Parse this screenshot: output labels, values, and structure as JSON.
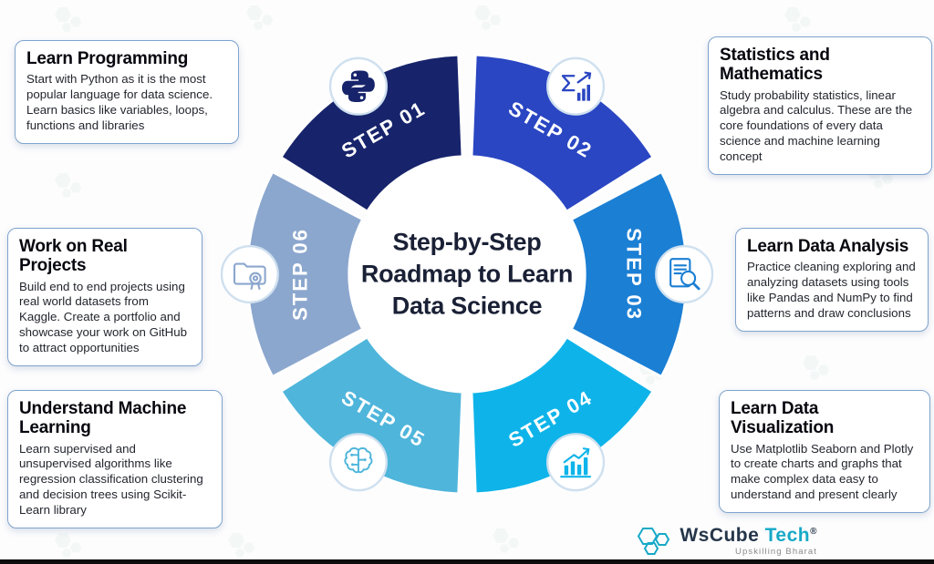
{
  "center": {
    "title": "Step-by-Step Roadmap to Learn Data Science"
  },
  "steps": [
    {
      "label": "STEP 01",
      "color": "#17246b",
      "icon": "python-icon",
      "title": "Learn Programming",
      "body": "Start with Python as it is the most popular language for data science. Learn basics like variables, loops, functions and libraries"
    },
    {
      "label": "STEP 02",
      "color": "#2a46c2",
      "icon": "statistics-chart-icon",
      "title": "Statistics and Mathematics",
      "body": "Study probability statistics, linear algebra and calculus. These are the core foundations of every data science and machine learning concept"
    },
    {
      "label": "STEP 03",
      "color": "#1b7fd4",
      "icon": "magnifier-document-icon",
      "title": "Learn Data Analysis",
      "body": "Practice cleaning exploring and analyzing datasets using tools like Pandas and NumPy to find patterns and draw conclusions"
    },
    {
      "label": "STEP 04",
      "color": "#0eb4e9",
      "icon": "bar-chart-icon",
      "title": "Learn Data Visualization",
      "body": "Use Matplotlib Seaborn and Plotly to create charts and graphs that make complex data easy to understand and present clearly"
    },
    {
      "label": "STEP 05",
      "color": "#4fb5db",
      "icon": "circuit-brain-icon",
      "title": "Understand Machine Learning",
      "body": "Learn supervised and unsupervised algorithms like regression classification clustering and decision trees using Scikit-Learn library"
    },
    {
      "label": "STEP 06",
      "color": "#8ca7ce",
      "icon": "project-folder-icon",
      "title": "Work on Real Projects",
      "body": "Build end to end projects using real world datasets from Kaggle. Create a portfolio and showcase your work on GitHub to attract opportunities"
    }
  ],
  "logo": {
    "brand_ws": "WsCube",
    "brand_tech": "Tech",
    "registered": "®",
    "tagline": "Upskilling Bharat",
    "accent_color": "#17a9c7"
  }
}
